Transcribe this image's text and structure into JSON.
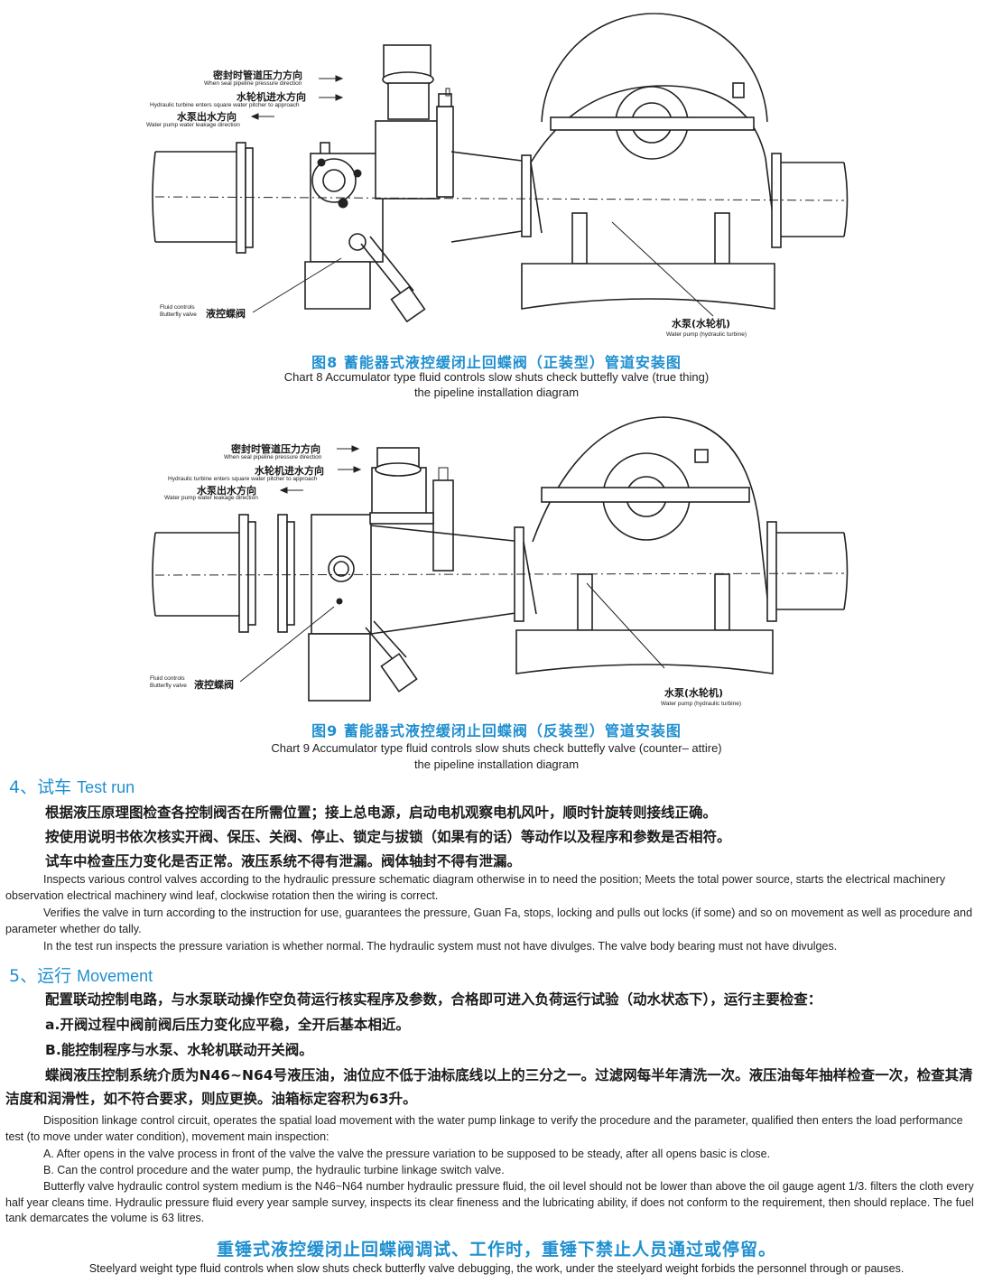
{
  "figure8": {
    "label_seal_cn": "密封时管道压力方向",
    "label_seal_en": "When seal pipeline pressure direction",
    "label_turbine_cn": "水轮机进水方向",
    "label_turbine_en": "Hydraulic turbine enters square water pitcher to approach",
    "label_pump_cn": "水泵出水方向",
    "label_pump_en": "Water pump water leakage direction",
    "valve_en_line1": "Fluid controls",
    "valve_en_line2": "Butterfly valve",
    "valve_cn": "液控蝶阀",
    "pump_cn": "水泵(水轮机)",
    "pump_en": "Water pump (hydraulic turbine)",
    "caption_cn": "图8 蓄能器式液控缓闭止回蝶阀（正装型）管道安装图",
    "caption_en_line1": "Chart 8  Accumulator type fluid controls slow shuts check buttefly valve (true thing)",
    "caption_en_line2": "the pipeline installation diagram"
  },
  "figure9": {
    "label_seal_cn": "密封时管道压力方向",
    "label_seal_en": "When seal pipeline pressure direction",
    "label_turbine_cn": "水轮机进水方向",
    "label_turbine_en": "Hydraulic turbine enters square water pitcher to approach",
    "label_pump_cn": "水泵出水方向",
    "label_pump_en": "Water pump water leakage direction",
    "valve_en_line1": "Fluid controls",
    "valve_en_line2": "Butterfly valve",
    "valve_cn": "液控蝶阀",
    "pump_cn": "水泵(水轮机)",
    "pump_en": "Water pump (hydraulic turbine)",
    "caption_cn": "图9 蓄能器式液控缓闭止回蝶阀（反装型）管道安装图",
    "caption_en_line1": "Chart 9  Accumulator type fluid controls slow shuts check buttefly valve (counter– attire)",
    "caption_en_line2": "the pipeline installation diagram"
  },
  "section4": {
    "number": "4、试车",
    "title_en": "Test run",
    "cn_1": "根据液压原理图检查各控制阀否在所需位置；接上总电源，启动电机观察电机风叶，顺时针旋转则接线正确。",
    "cn_2": "按使用说明书依次核实开阀、保压、关阀、停止、锁定与拔锁（如果有的话）等动作以及程序和参数是否相符。",
    "cn_3": "试车中检查压力变化是否正常。液压系统不得有泄漏。阀体轴封不得有泄漏。",
    "en_1": "Inspects various control valves according to the hydraulic pressure schematic diagram otherwise in to need the position; Meets the total power source, starts the electrical machinery observation electrical machinery wind leaf, clockwise rotation then the wiring is correct.",
    "en_2": "Verifies the valve in turn according to the instruction for use, guarantees the pressure, Guan Fa, stops, locking and pulls out locks (if some) and so on movement as well as procedure and parameter whether do tally.",
    "en_3": "In the test run inspects the pressure variation is whether normal. The hydraulic system must not have divulges. The valve body bearing must not have divulges."
  },
  "section5": {
    "number": "5、运行",
    "title_en": "Movement",
    "cn_1": "配置联动控制电路，与水泵联动操作空负荷运行核实程序及参数，合格即可进入负荷运行试验（动水状态下），运行主要检查：",
    "cn_2": "a.开阀过程中阀前阀后压力变化应平稳，全开后基本相近。",
    "cn_3": "B.能控制程序与水泵、水轮机联动开关阀。",
    "cn_4": "蝶阀液压控制系统介质为N46~N64号液压油，油位应不低于油标底线以上的三分之一。过滤网每半年清洗一次。液压油每年抽样检查一次，检查其清洁度和润滑性，如不符合要求，则应更换。油箱标定容积为63升。",
    "en_1": "Disposition linkage control circuit, operates the spatial load movement with the water pump linkage to verify the procedure and the parameter, qualified then enters the load performance test (to move under water condition), movement main inspection:",
    "en_2": "A. After opens in the valve process in front of the valve the valve the pressure variation to be supposed to be steady, after all opens basic is close.",
    "en_3": "B. Can the control procedure and the water pump, the hydraulic turbine linkage switch valve.",
    "en_4": "Butterfly valve hydraulic control system medium is the N46~N64 number hydraulic pressure fluid, the oil level should not be lower than above the oil gauge agent 1/3. filters the cloth every half year cleans time. Hydraulic pressure fluid every year sample survey, inspects its clear fineness and the lubricating ability, if does not conform to the requirement, then should replace. The fuel tank demarcates the volume is 63 litres."
  },
  "footer": {
    "warning_cn": "重锤式液控缓闭止回蝶阀调试、工作时，重锤下禁止人员通过或停留。",
    "warning_en": "Steelyard weight type fluid controls when slow shuts check butterfly valve debugging, the work, under the steelyard weight forbids the personnel through or pauses."
  }
}
